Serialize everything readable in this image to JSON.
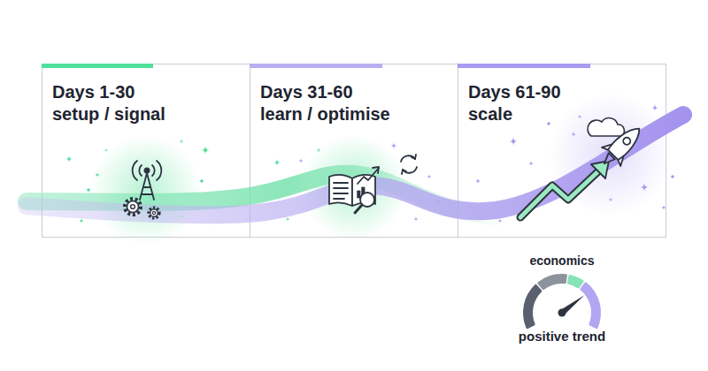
{
  "diagram": {
    "nodes": [
      {
        "text": [
          "Days 1-30",
          "setup / signal"
        ]
      },
      {
        "text": [
          "Days 31-60",
          "learn / optimise"
        ]
      },
      {
        "text": [
          "Days 61-90",
          "scale"
        ]
      },
      {
        "text": [
          "economics",
          "positive trend"
        ]
      }
    ]
  }
}
